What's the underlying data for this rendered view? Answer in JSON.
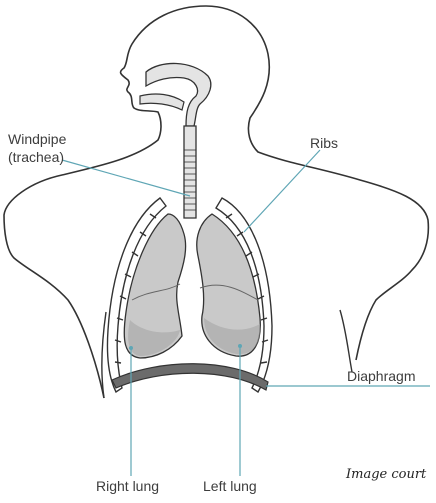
{
  "labels": {
    "windpipe": "Windpipe",
    "trachea": "(trachea)",
    "ribs": "Ribs",
    "diaphragm": "Diaphragm",
    "right_lung": "Right lung",
    "left_lung": "Left lung"
  },
  "credit": "Image court",
  "colors": {
    "outline": "#333333",
    "lung_fill": "#c9c9c9",
    "lung_dark": "#9a9a9a",
    "diaphragm": "#666666",
    "leader_line": "#5fa6b5",
    "airway_fill": "#e4e4e4"
  }
}
